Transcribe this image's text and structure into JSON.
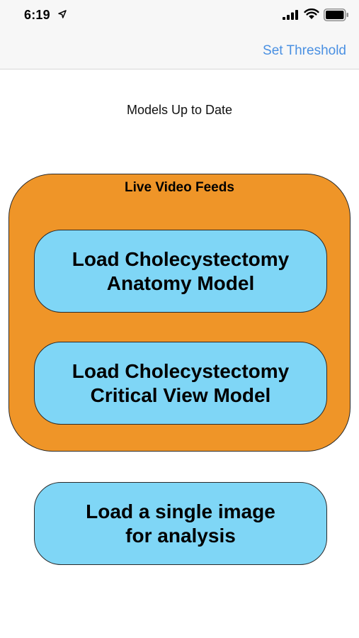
{
  "status_bar": {
    "time": "6:19",
    "icons": [
      "location-arrow-icon",
      "cellular-signal-icon",
      "wifi-icon",
      "battery-icon"
    ]
  },
  "nav": {
    "right_button": "Set Threshold"
  },
  "main": {
    "status_text": "Models Up to Date",
    "group": {
      "title": "Live Video Feeds",
      "buttons": [
        {
          "label": "Load Cholecystectomy\nAnatomy Model"
        },
        {
          "label": "Load Cholecystectomy\nCritical View Model"
        }
      ]
    },
    "single_image_button": {
      "label": "Load a single image\nfor analysis"
    }
  },
  "colors": {
    "accent": "#4a90e2",
    "group_background": "#ef9528",
    "button_background": "#7fd6f6",
    "nav_background": "#f7f7f7"
  }
}
